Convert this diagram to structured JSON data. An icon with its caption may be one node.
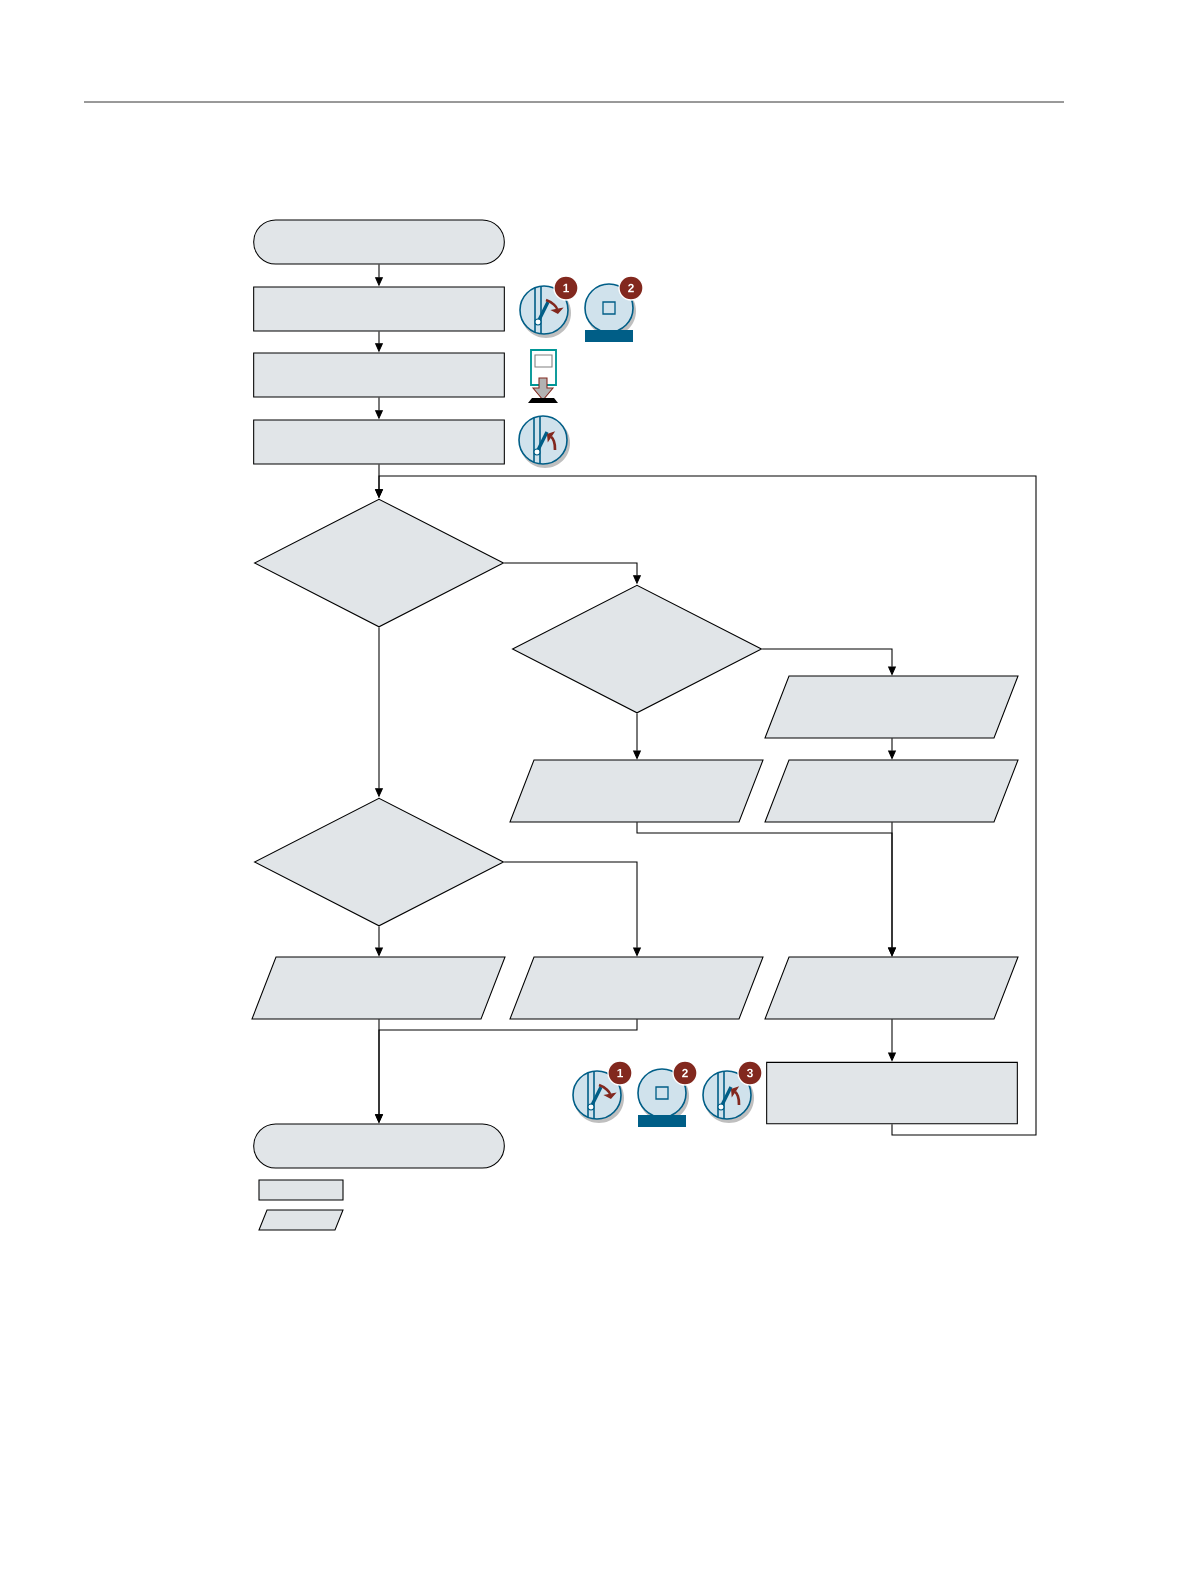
{
  "diagram": {
    "nodes": [
      {
        "text": [],
        "shape": "terminal"
      },
      {
        "text": [],
        "shape": "box"
      },
      {
        "text": [],
        "shape": "box"
      },
      {
        "text": [],
        "shape": "box"
      },
      {
        "text": [],
        "shape": "diamond"
      },
      {
        "text": [],
        "shape": "diamond"
      },
      {
        "text": [],
        "shape": "parallelogram"
      },
      {
        "text": [],
        "shape": "parallelogram"
      },
      {
        "text": [],
        "shape": "parallelogram"
      },
      {
        "text": [],
        "shape": "diamond"
      },
      {
        "text": [],
        "shape": "parallelogram"
      },
      {
        "text": [],
        "shape": "parallelogram"
      },
      {
        "text": [],
        "shape": "parallelogram"
      },
      {
        "text": [],
        "shape": "box"
      },
      {
        "text": [],
        "shape": "terminal"
      },
      {
        "text": [],
        "shape": "box"
      },
      {
        "text": [],
        "shape": "parallelogram"
      }
    ],
    "edges": [
      {
        "from": 0,
        "to": 1,
        "arrow": "to"
      },
      {
        "from": 1,
        "to": 2,
        "arrow": "to"
      },
      {
        "from": 2,
        "to": 3,
        "arrow": "to"
      },
      {
        "from": 3,
        "to": 4,
        "arrow": "to"
      },
      {
        "from": 13,
        "to": 4,
        "arrow": "to"
      },
      {
        "from": 4,
        "to": 5,
        "arrow": "to"
      },
      {
        "from": 4,
        "to": 9,
        "arrow": "to"
      },
      {
        "from": 5,
        "to": 6,
        "arrow": "to"
      },
      {
        "from": 5,
        "to": 7,
        "arrow": "to"
      },
      {
        "from": 6,
        "to": 8,
        "arrow": "to"
      },
      {
        "from": 7,
        "to": 12,
        "arrow": "to"
      },
      {
        "from": 8,
        "to": 12,
        "arrow": "to"
      },
      {
        "from": 9,
        "to": 10,
        "arrow": "to"
      },
      {
        "from": 9,
        "to": 11,
        "arrow": "to"
      },
      {
        "from": 10,
        "to": 14,
        "arrow": "to"
      },
      {
        "from": 11,
        "to": 14,
        "arrow": "to"
      },
      {
        "from": 12,
        "to": 13,
        "arrow": "to"
      }
    ],
    "labels": [
      "1",
      "2",
      "1",
      "2",
      "3"
    ]
  }
}
